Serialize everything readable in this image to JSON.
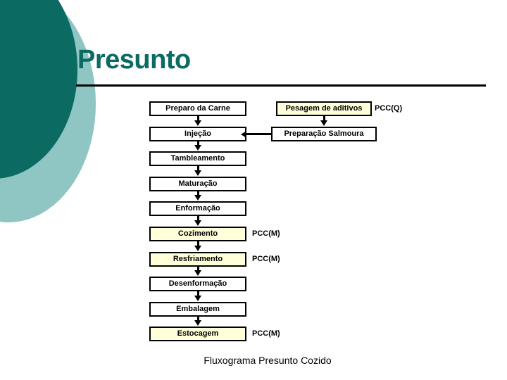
{
  "slide": {
    "title": "Presunto",
    "caption": "Fluxograma Presunto Cozido",
    "accent_color": "#0b6b63",
    "accent_light_color": "#8fc6c4",
    "pcc_fill_color": "#ffffd9",
    "rule_color": "#000000"
  },
  "flowchart": {
    "main_column": [
      {
        "label": "Preparo da Carne",
        "pcc": "",
        "highlight": false
      },
      {
        "label": "Injeção",
        "pcc": "",
        "highlight": false
      },
      {
        "label": "Tambleamento",
        "pcc": "",
        "highlight": false
      },
      {
        "label": "Maturação",
        "pcc": "",
        "highlight": false
      },
      {
        "label": "Enformação",
        "pcc": "",
        "highlight": false
      },
      {
        "label": "Cozimento",
        "pcc": "PCC(M)",
        "highlight": true
      },
      {
        "label": "Resfriamento",
        "pcc": "PCC(M)",
        "highlight": true
      },
      {
        "label": "Desenformação",
        "pcc": "",
        "highlight": false
      },
      {
        "label": "Embalagem",
        "pcc": "",
        "highlight": false
      },
      {
        "label": "Estocagem",
        "pcc": "PCC(M)",
        "highlight": true
      }
    ],
    "side_column": [
      {
        "label": "Pesagem de aditivos",
        "pcc": "PCC(Q)",
        "highlight": true
      },
      {
        "label": "Preparação Salmoura",
        "pcc": "",
        "highlight": false
      }
    ]
  }
}
